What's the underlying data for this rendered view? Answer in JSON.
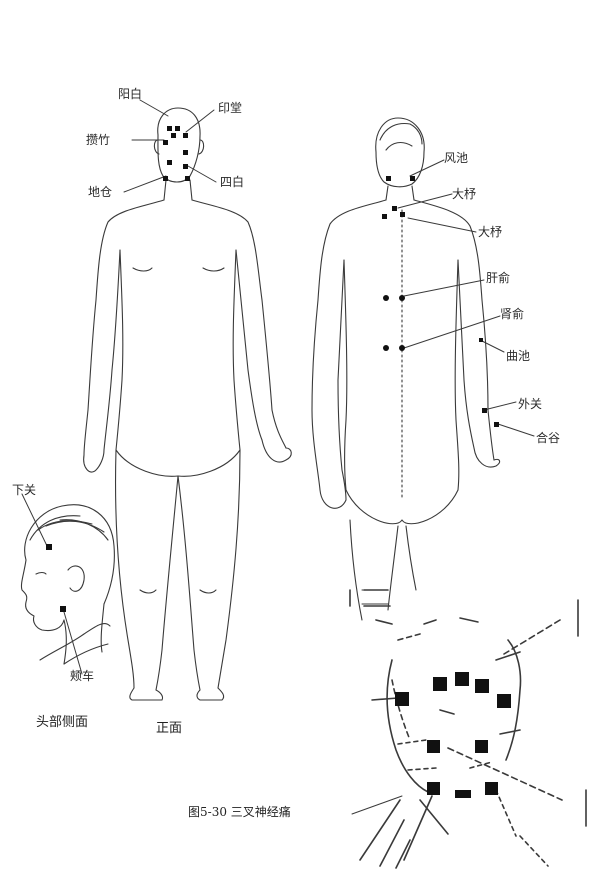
{
  "front_figure": {
    "caption": "正面",
    "points": [
      "阳白",
      "印堂",
      "攒竹",
      "四白",
      "地仓"
    ]
  },
  "back_figure": {
    "points": [
      "风池",
      "大杼",
      "大杼",
      "肝俞",
      "肾俞",
      "曲池",
      "外关",
      "合谷"
    ]
  },
  "side_head": {
    "caption": "头部侧面",
    "points": [
      "下关",
      "颊车"
    ]
  },
  "figure_caption": "图5-30  三叉神经痛",
  "colors": {
    "ink": "#1a1a1a",
    "paper": "#ffffff"
  }
}
